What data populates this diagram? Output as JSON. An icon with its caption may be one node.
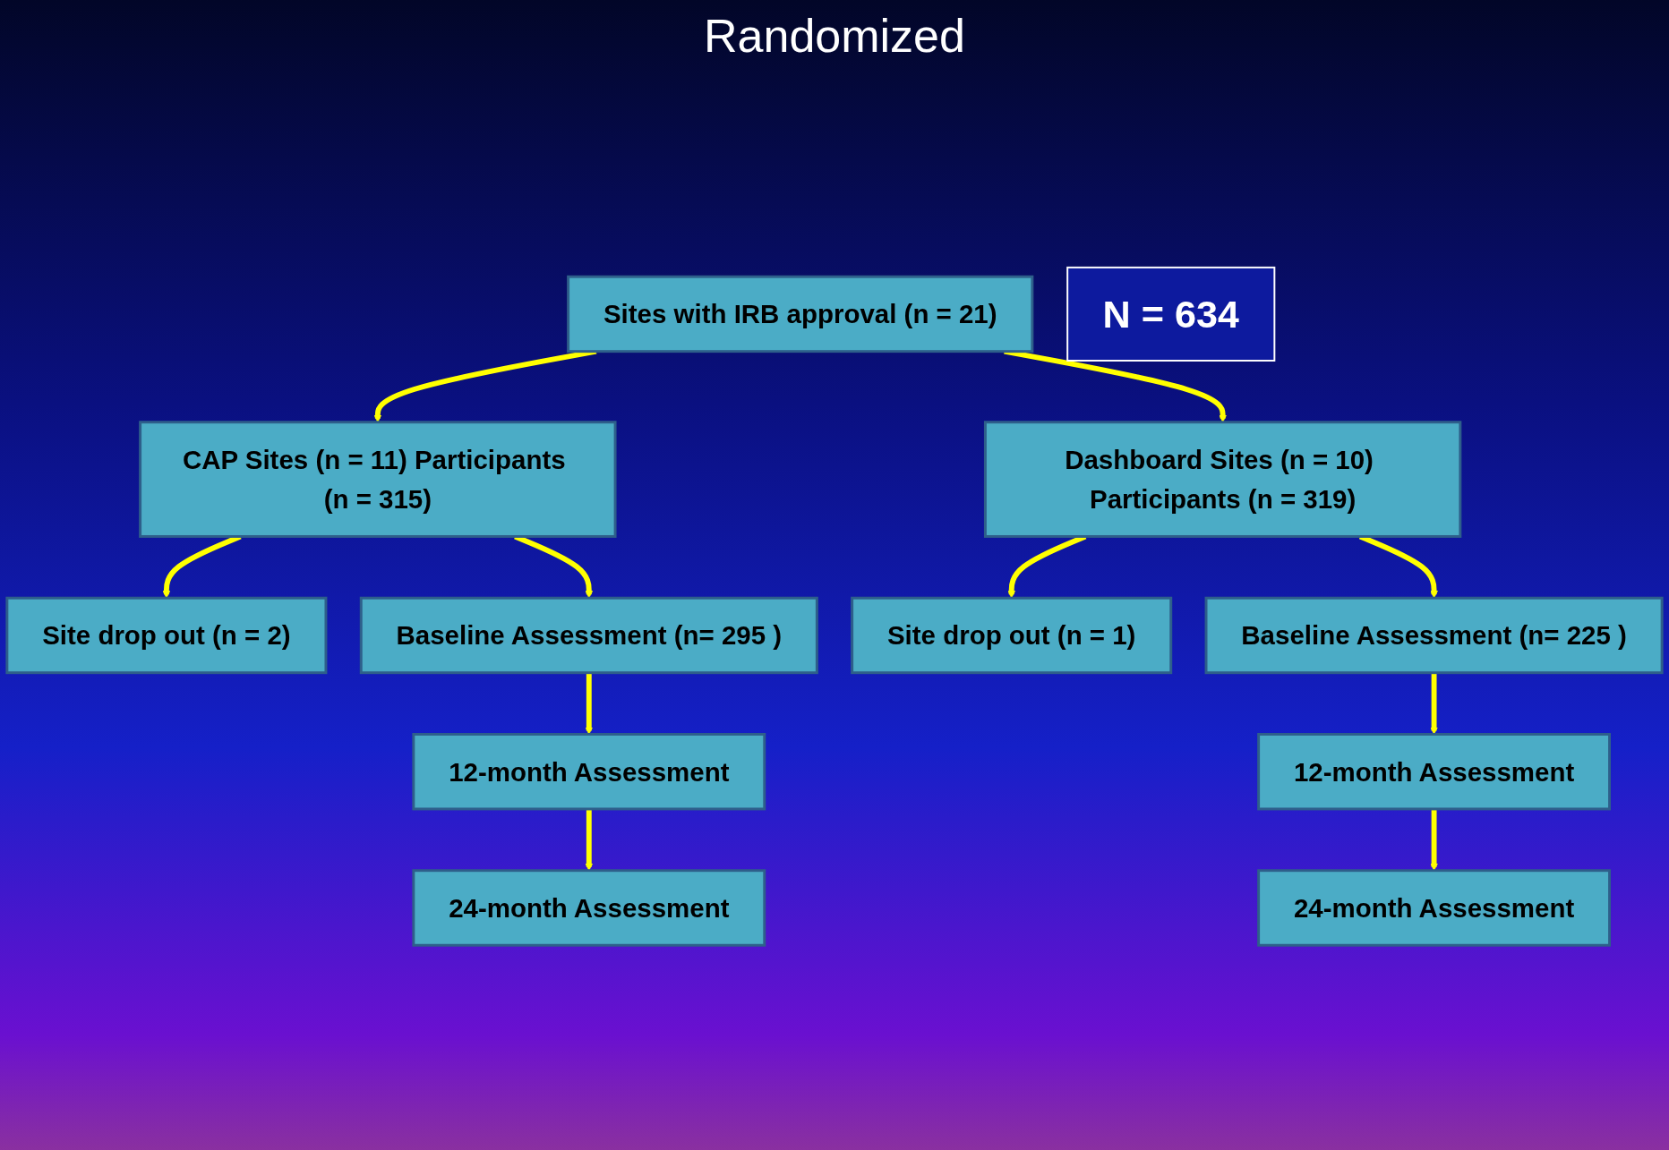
{
  "diagram": {
    "nodes": [
      {
        "text": [
          "Sites with IRB approval (n = 21)"
        ]
      },
      {
        "text": [
          "Site drop out (n = 2)"
        ]
      },
      {
        "text": [
          "CAP Sites (n = 11) Participants (n = 315)"
        ]
      },
      {
        "text": [
          "Dashboard Sites (n = 10) Participants (n = 319)"
        ]
      },
      {
        "text": [
          "Site drop out (n = 1)"
        ]
      },
      {
        "text": [
          "Baseline Assessment (n= 295 )"
        ]
      },
      {
        "text": [
          "N = 634"
        ]
      },
      {
        "text": [
          "Baseline Assessment (n= 225 )"
        ]
      },
      {
        "text": [
          "12-month Assessment"
        ]
      },
      {
        "text": [
          "12-month Assessment"
        ]
      },
      {
        "text": [
          "24-month Assessment"
        ]
      },
      {
        "text": [
          "24-month Assessment"
        ]
      }
    ],
    "edges": [
      {
        "from": 0,
        "to": 2,
        "arrow": "to"
      },
      {
        "from": 0,
        "to": 3,
        "arrow": "to"
      },
      {
        "from": 2,
        "to": 1,
        "arrow": "to"
      },
      {
        "from": 3,
        "to": 4,
        "arrow": "to"
      },
      {
        "from": 2,
        "to": 5,
        "arrow": "to"
      },
      {
        "from": 3,
        "to": 7,
        "arrow": "to"
      },
      {
        "from": 5,
        "to": 8,
        "arrow": "to"
      },
      {
        "from": 8,
        "to": 10,
        "arrow": "to"
      },
      {
        "from": 7,
        "to": 9,
        "arrow": "to"
      },
      {
        "from": 9,
        "to": 11,
        "arrow": "to"
      }
    ],
    "labels": [
      "Randomized"
    ]
  }
}
